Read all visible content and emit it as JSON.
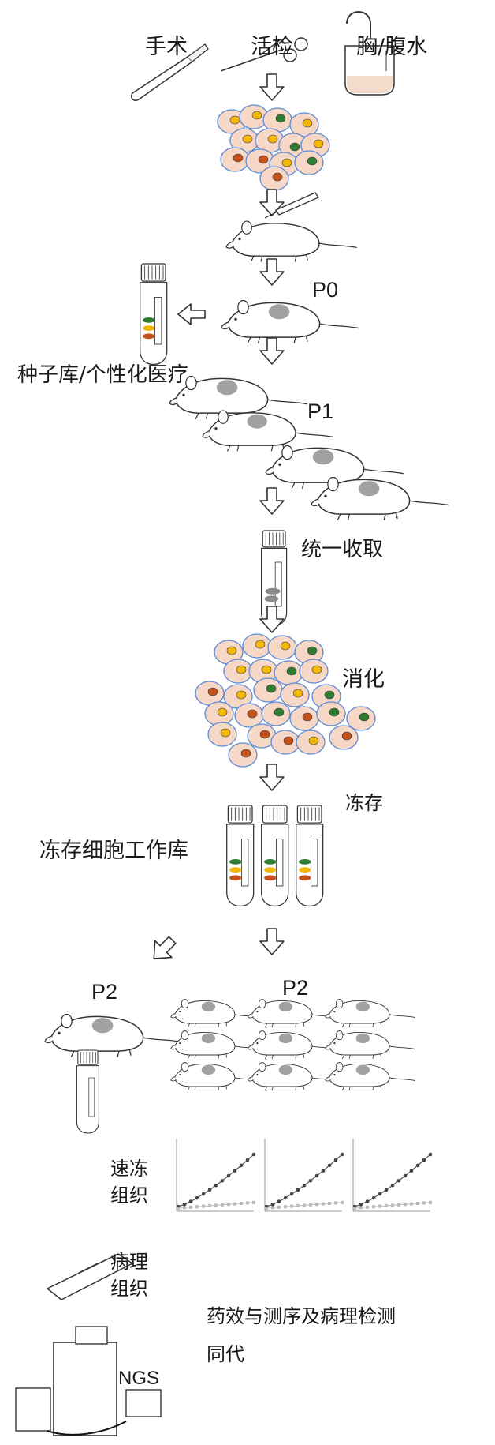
{
  "labels": {
    "surgery": "手术",
    "biopsy": "活检",
    "fluid": "胸/腹水",
    "p0": "P0",
    "seed_bank": "种子库/个性化医疗",
    "p1": "P1",
    "harvest": "统一收取",
    "digest": "消化",
    "freeze": "冻存",
    "working_bank": "冻存细胞工作库",
    "p2_left": "P2",
    "p2_right": "P2",
    "snap_frozen_1": "速冻",
    "snap_frozen_2": "组织",
    "pathology_1": "病理",
    "pathology_2": "组织",
    "assay_1": "药效与测序及病理检测",
    "assay_2": "同代",
    "ngs": "NGS"
  },
  "colors": {
    "line": "#333333",
    "cell_fill": "#f7d7c6",
    "cell_border": "#5b8bd6",
    "nucleus_yellow": "#f2b705",
    "nucleus_green": "#2f7d32",
    "nucleus_orange": "#c4531b",
    "tumor_grey": "#8a8a8a"
  },
  "icons": [
    "scalpel-icon",
    "biopsy-needle-icon",
    "fluid-bag-icon",
    "cell-cluster-icon",
    "mouse-icon",
    "tube-icon",
    "hollow-arrow-icon",
    "growth-chart-icon",
    "sequencer-icon"
  ]
}
